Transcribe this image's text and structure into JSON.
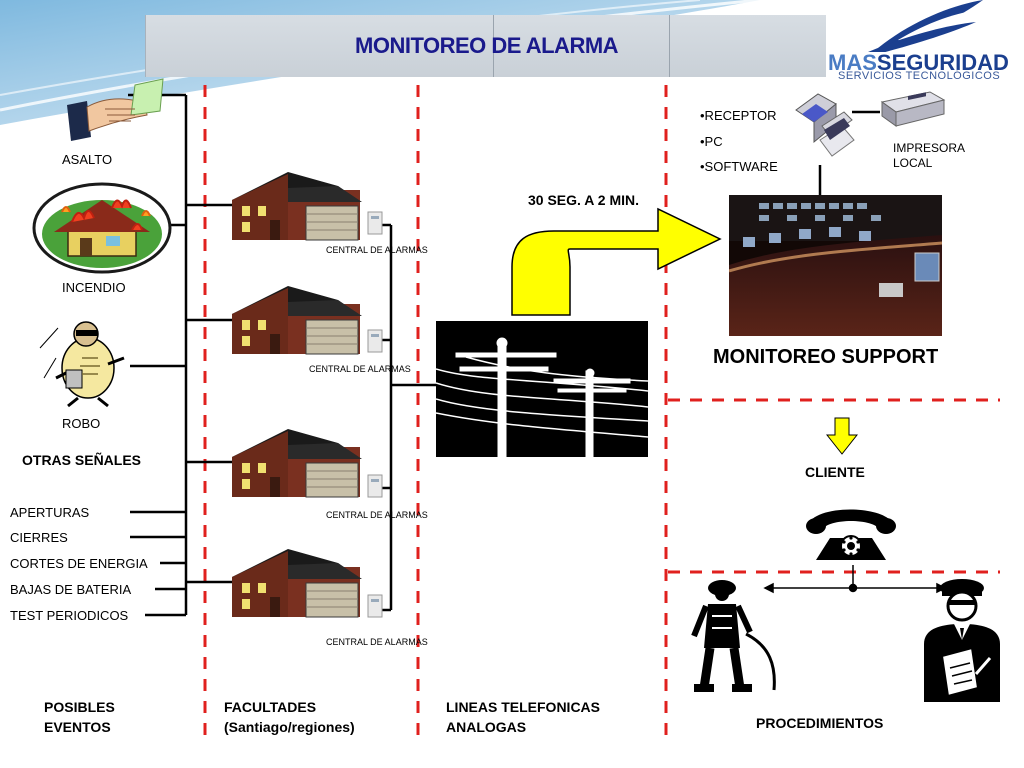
{
  "title": "MONITOREO DE ALARMA",
  "logo": {
    "brand_part1": "MAS",
    "brand_part2": "SEGURIDAD",
    "tagline": "SERVICIOS TECNOLÓGICOS"
  },
  "events": {
    "asalto": "ASALTO",
    "incendio": "INCENDIO",
    "robo": "ROBO",
    "otras_header": "OTRAS SEÑALES",
    "otras": [
      "APERTURAS",
      "CIERRES",
      "CORTES DE ENERGIA",
      "BAJAS DE BATERIA",
      "TEST PERIODICOS"
    ]
  },
  "central_label": "CENTRAL DE ALARMAS",
  "time_label": "30 SEG. A 2 MIN.",
  "receptor_items": [
    "•RECEPTOR",
    "•PC",
    "•SOFTWARE"
  ],
  "impresora": [
    "IMPRESORA",
    "LOCAL"
  ],
  "monitoreo_support": "MONITOREO SUPPORT",
  "cliente": "CLIENTE",
  "procedimientos": "PROCEDIMIENTOS",
  "footer": {
    "col1": [
      "POSIBLES",
      "EVENTOS"
    ],
    "col2": [
      "FACULTADES",
      "(Santiago/regiones)"
    ],
    "col3": [
      "LINEAS TELEFONICAS",
      "ANALOGAS"
    ]
  },
  "colors": {
    "title_blue": "#1a1a8c",
    "dash_red": "#e0201e",
    "arrow_yellow": "#ffff00",
    "logo_blue": "#1b3f8f"
  }
}
